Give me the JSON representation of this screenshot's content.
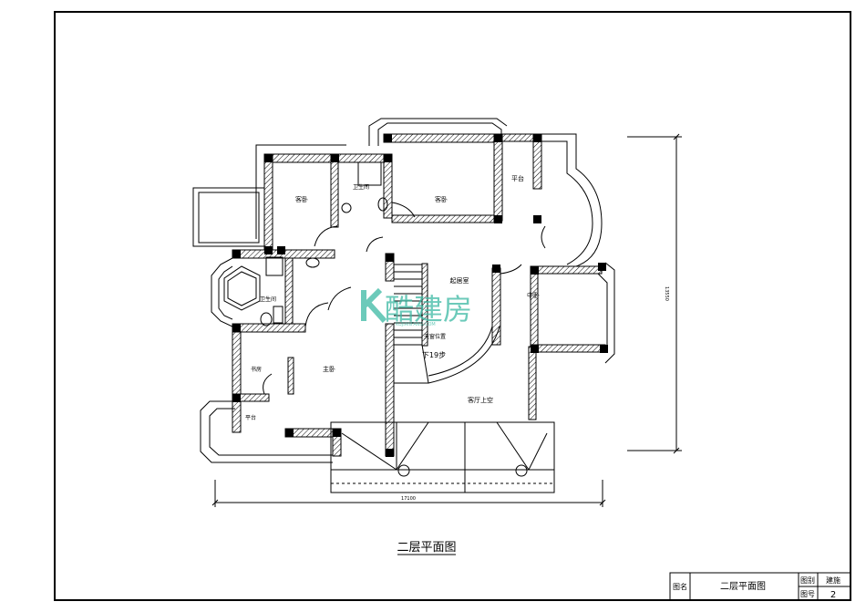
{
  "drawing": {
    "title": "二层平面图",
    "total_width_dim": "17100",
    "total_depth_dim": "13550"
  },
  "rooms": {
    "guest_room_1": "客卧",
    "bath_1": "卫生间",
    "guest_room_2": "客卧",
    "terrace_1": "平台",
    "living_room": "起居室",
    "middle_bedroom": "中卧",
    "bath_2": "卫生间",
    "study": "书房",
    "master_bedroom": "主卧",
    "terrace_2": "平台",
    "skylight_position": "天窗位置",
    "stair_note": "下19步",
    "hall_void": "客厅上空"
  },
  "title_block": {
    "name_label": "图名",
    "name_value": "二层平面图",
    "scale_label": "图别",
    "scale_value": "建施",
    "number_label": "图号",
    "number_value": "2"
  },
  "watermark": {
    "brand": "酷建房",
    "url": "KUJIANFANG.COM"
  },
  "colors": {
    "line": "#000000",
    "watermark": "#3bb9a3"
  }
}
